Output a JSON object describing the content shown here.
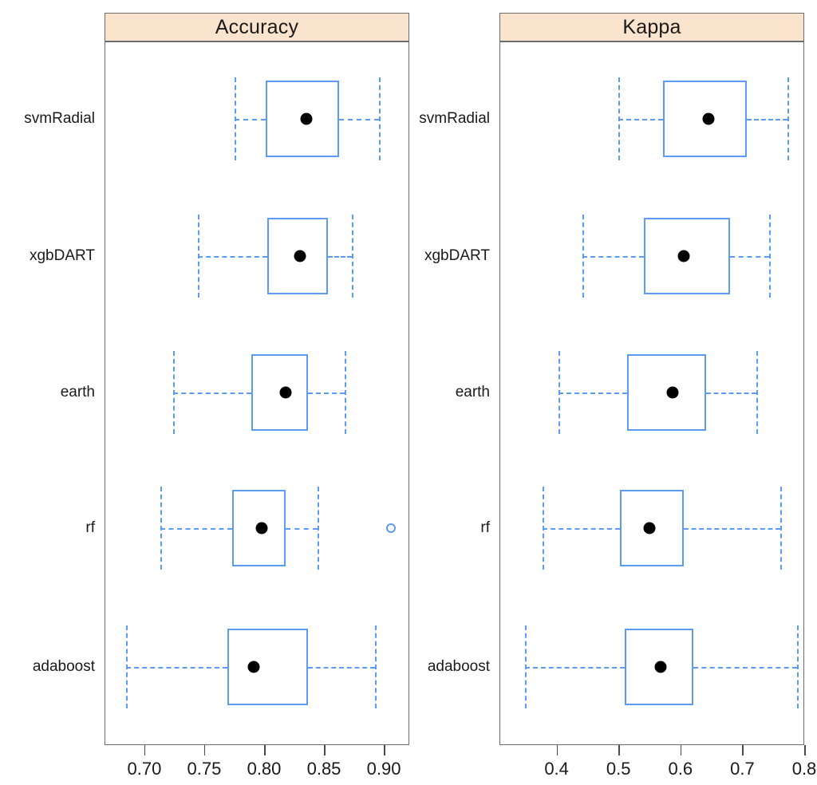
{
  "figure": {
    "type": "trellis-boxplot-matrix",
    "background": "#ffffff",
    "box_color": "#5b9bf5",
    "median_color": "#000000",
    "strip_color": "#fae4cd",
    "frame_color": "#6b6b6b"
  },
  "chart_data": {
    "type": "boxplot",
    "title": "",
    "xlabel": "",
    "ylabel": "",
    "grid": false,
    "legend": "none",
    "orientation": "horizontal",
    "categories": [
      "svmRadial",
      "xgbDART",
      "earth",
      "rf",
      "adaboost"
    ],
    "panels": [
      {
        "name": "Accuracy",
        "xlim": [
          0.6667,
          0.9213
        ],
        "ticks": [
          0.7,
          0.75,
          0.8,
          0.85,
          0.9
        ],
        "tick_labels": [
          "0.70",
          "0.75",
          "0.80",
          "0.85",
          "0.90"
        ],
        "boxes": [
          {
            "category": "svmRadial",
            "whisker_low": 0.7753,
            "q1": 0.8013,
            "median": 0.8353,
            "q3": 0.8627,
            "whisker_high": 0.896,
            "outliers": []
          },
          {
            "category": "xgbDART",
            "whisker_low": 0.7447,
            "q1": 0.8027,
            "median": 0.83,
            "q3": 0.8533,
            "whisker_high": 0.8733,
            "outliers": []
          },
          {
            "category": "earth",
            "whisker_low": 0.724,
            "q1": 0.7893,
            "median": 0.818,
            "q3": 0.8367,
            "whisker_high": 0.8673,
            "outliers": []
          },
          {
            "category": "rf",
            "whisker_low": 0.7133,
            "q1": 0.7733,
            "median": 0.798,
            "q3": 0.818,
            "whisker_high": 0.8447,
            "outliers": [
              0.906
            ]
          },
          {
            "category": "adaboost",
            "whisker_low": 0.6847,
            "q1": 0.7693,
            "median": 0.7913,
            "q3": 0.8367,
            "whisker_high": 0.8927,
            "outliers": []
          }
        ]
      },
      {
        "name": "Kappa",
        "xlim": [
          0.3077,
          0.8
        ],
        "ticks": [
          0.4,
          0.5,
          0.6,
          0.7,
          0.8
        ],
        "tick_labels": [
          "0.4",
          "0.5",
          "0.6",
          "0.7",
          "0.8"
        ],
        "boxes": [
          {
            "category": "svmRadial",
            "whisker_low": 0.5,
            "q1": 0.5714,
            "median": 0.6455,
            "q3": 0.7078,
            "whisker_high": 0.7727,
            "outliers": []
          },
          {
            "category": "xgbDART",
            "whisker_low": 0.4416,
            "q1": 0.5416,
            "median": 0.6052,
            "q3": 0.6805,
            "whisker_high": 0.7429,
            "outliers": []
          },
          {
            "category": "earth",
            "whisker_low": 0.4026,
            "q1": 0.5143,
            "median": 0.587,
            "q3": 0.6416,
            "whisker_high": 0.7221,
            "outliers": []
          },
          {
            "category": "rf",
            "whisker_low": 0.3779,
            "q1": 0.5026,
            "median": 0.5506,
            "q3": 0.6052,
            "whisker_high": 0.761,
            "outliers": []
          },
          {
            "category": "adaboost",
            "whisker_low": 0.3494,
            "q1": 0.5104,
            "median": 0.5675,
            "q3": 0.6208,
            "whisker_high": 0.7883,
            "outliers": []
          }
        ]
      }
    ]
  }
}
